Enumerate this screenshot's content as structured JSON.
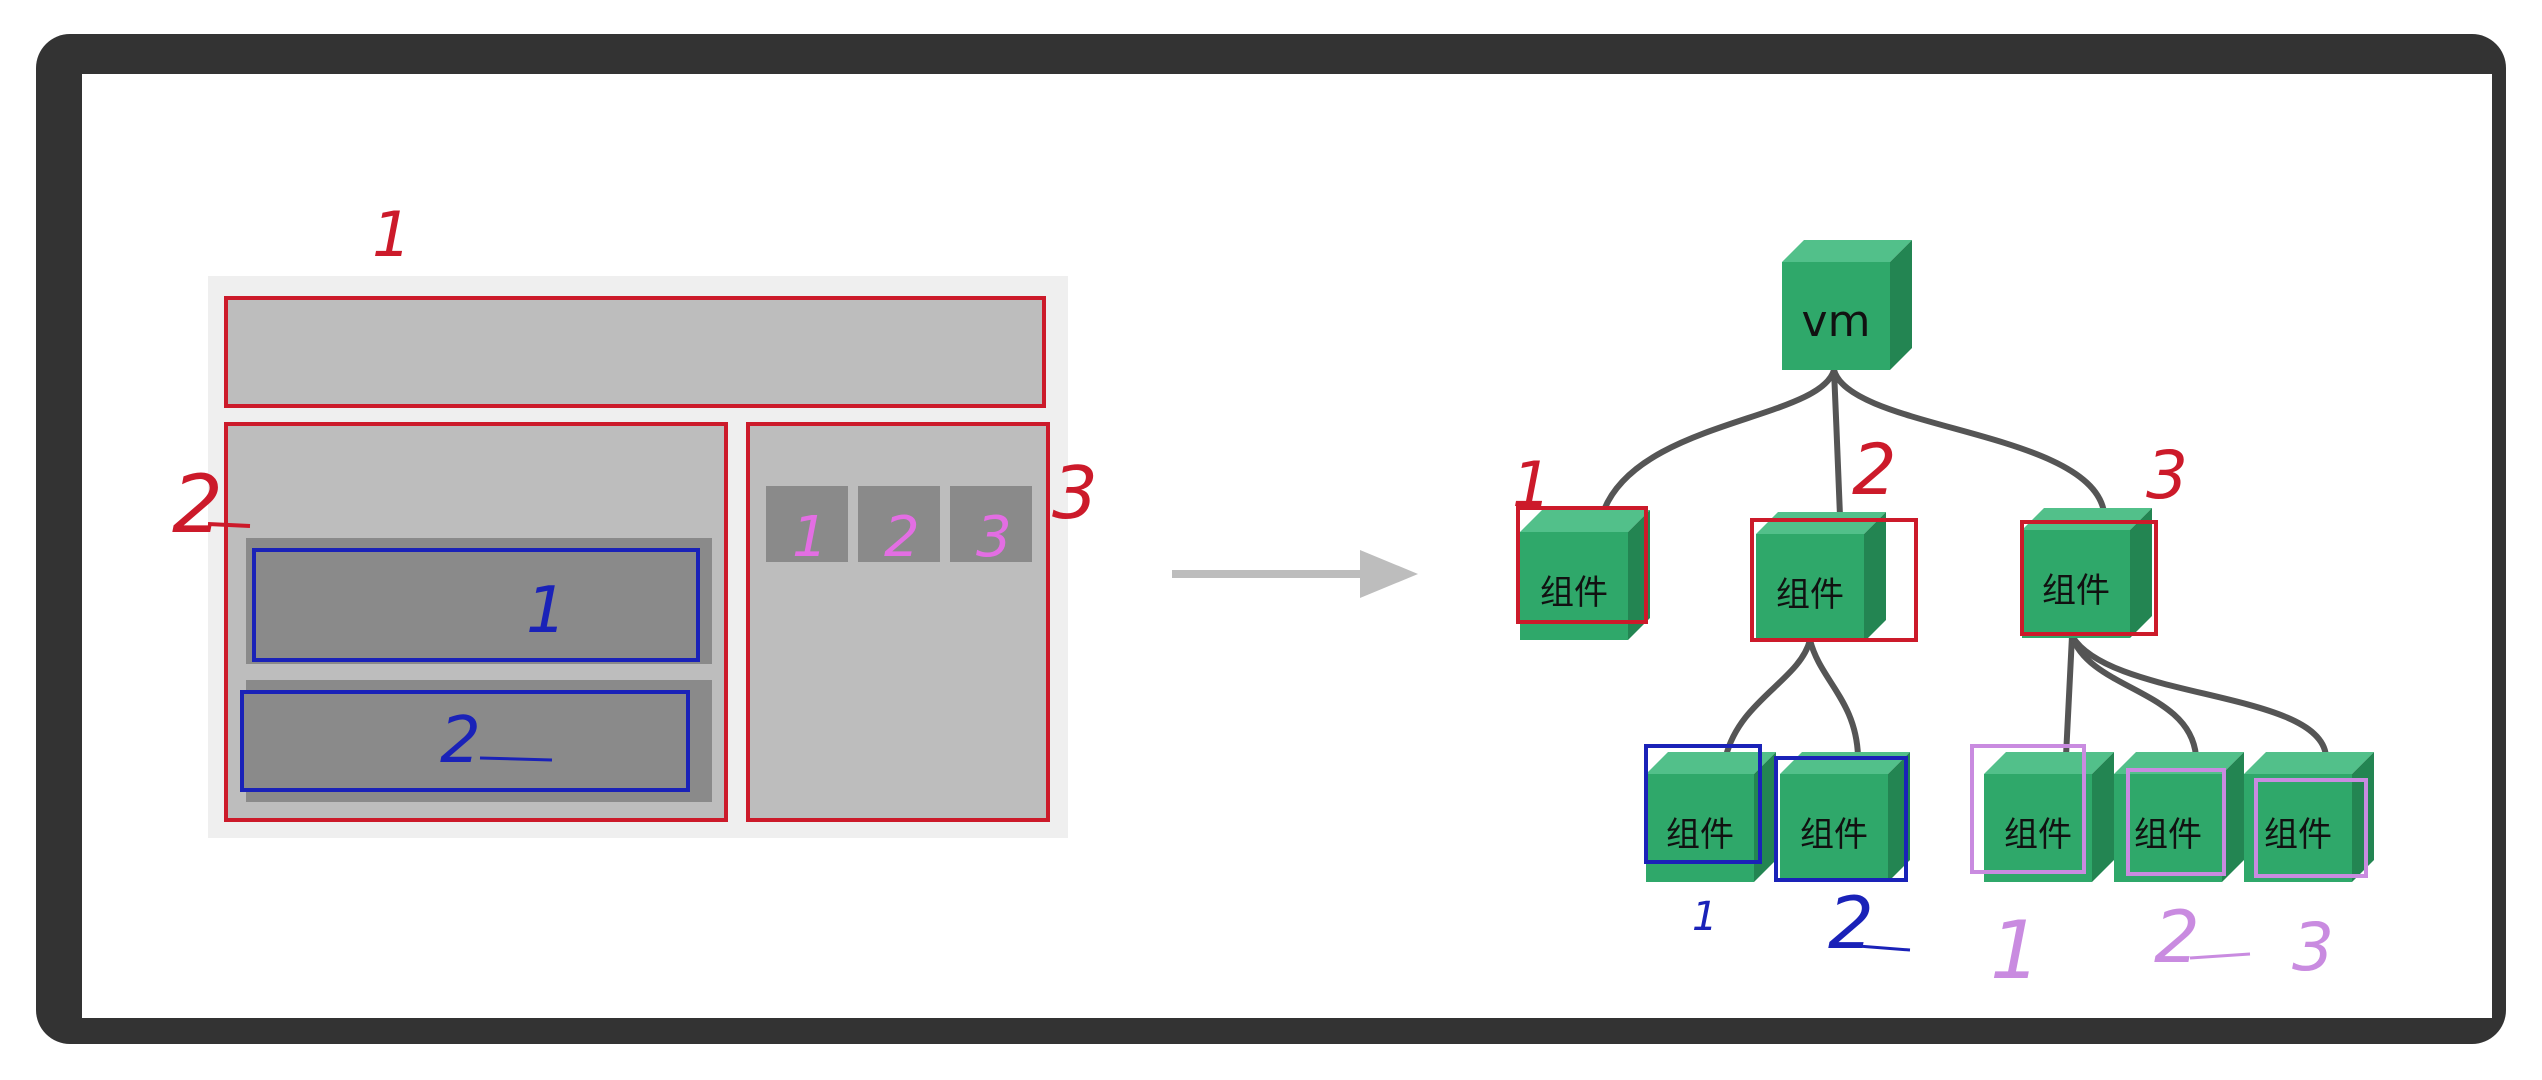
{
  "root": {
    "label": "vm"
  },
  "component_label": "组件",
  "left_labels": {
    "header": "1",
    "main": "2",
    "sidebar": "3",
    "main_block_1": "1",
    "main_block_2": "2",
    "sidebar_tab_1": "1",
    "sidebar_tab_2": "2",
    "sidebar_tab_3": "3"
  },
  "tree_labels": {
    "child_1": "1",
    "child_2": "2",
    "child_3": "3",
    "grandchild_2_1": "1",
    "grandchild_2_2": "2",
    "grandchild_3_1": "1",
    "grandchild_3_2": "2",
    "grandchild_3_3": "3"
  },
  "colors": {
    "frame": "#333333",
    "red": "#cc1a2a",
    "blue": "#1a22b8",
    "pink": "#e36ee3",
    "violet": "#c98be0",
    "cube_front": "#2fa86a",
    "cube_top": "#52c08a",
    "cube_side": "#238552",
    "edge": "#555555",
    "arrow": "#bdbdbd"
  }
}
